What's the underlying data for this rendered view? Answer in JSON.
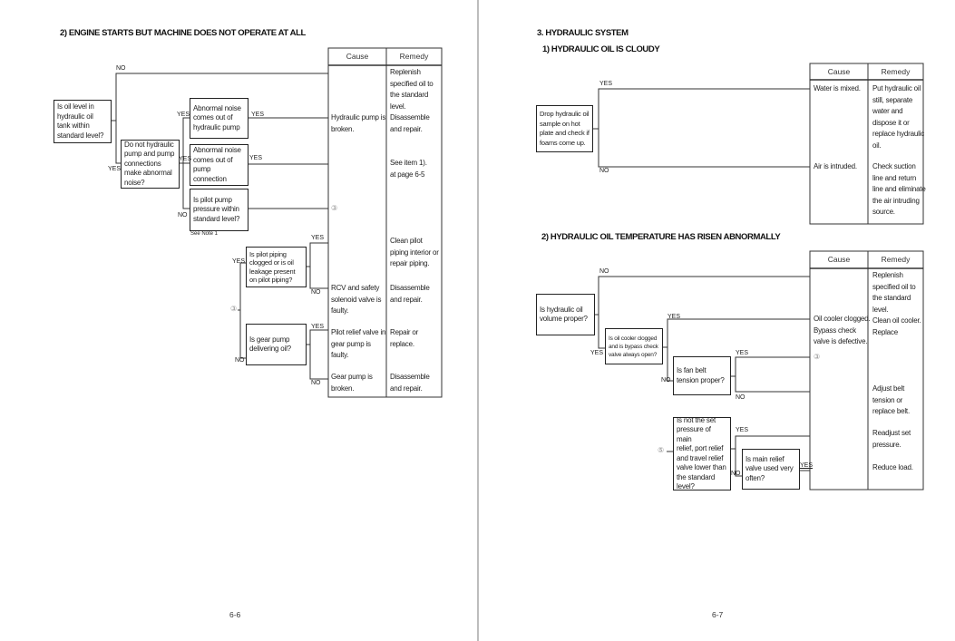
{
  "left": {
    "title": "2) ENGINE STARTS BUT MACHINE DOES NOT OPERATE AT ALL",
    "headers": {
      "cause": "Cause",
      "remedy": "Remedy"
    },
    "questions": [
      "Is oil level in\nhydraulic oil\ntank within\nstandard level?",
      "Do not hydraulic\npump and pump\nconnections\nmake abnormal\nnoise?",
      "Abnormal noise\ncomes out of\nhydraulic pump",
      "Abnormal noise\ncomes out of\npump\nconnection",
      "Is pilot pump\npressure within\nstandard level?",
      "Is pilot piping\nclogged or is oil\nleakage present\non pilot piping?",
      "Is gear pump\ndelivering oil?"
    ],
    "note": "See Note 1",
    "causes": [
      "Hydraulic pump is\nbroken.",
      "③",
      "RCV and safety\nsolenoid valve is\nfaulty.",
      "Pilot relief valve in\ngear pump  is\nfaulty.",
      "Gear pump is\nbroken."
    ],
    "remedies": [
      "Replenish\nspecified oil to\nthe standard\nlevel.",
      "Disassemble\nand repair.",
      "See item 1).\nat page 6-5",
      "Clean pilot\npiping interior or\nrepair piping.",
      "Disassemble\nand repair.",
      "Repair or\nreplace.",
      "Disassemble\nand repair."
    ],
    "circle": "③",
    "yes": "YES",
    "no": "NO",
    "page": "6-6"
  },
  "right": {
    "section": "3. HYDRAULIC SYSTEM",
    "title1": "1) HYDRAULIC OIL IS CLOUDY",
    "title2": "2) HYDRAULIC OIL TEMPERATURE HAS RISEN ABNORMALLY",
    "headers": {
      "cause": "Cause",
      "remedy": "Remedy"
    },
    "q1": "Drop hydraulic oil\nsample on hot\nplate and check if\nfoams come up.",
    "causes1": [
      "Water is mixed.",
      "Air is intruded."
    ],
    "remedies1": [
      "Put hydraulic oil\nstill, separate\nwater and\ndispose it or\nreplace hydraulic\noil.",
      "Check suction\nline and return\nline and eliminate\nthe air intruding\nsource."
    ],
    "questions2": [
      "Is hydraulic oil\nvolume proper?",
      "Is oil cooler clogged\nand is bypass check\nvalve always open?",
      "Is fan belt\ntension proper?",
      "Is not the set\npressure of main\nrelief, port relief\nand travel relief\nvalve lower than\nthe standard\nlevel?",
      "Is main relief\nvalve used very\noften?"
    ],
    "causes2": [
      "Oil cooler clogged.\nBypass check\nvalve is defective.",
      "③"
    ],
    "remedies2": [
      "Replenish\nspecified oil to\nthe standard\nlevel.",
      "Clean oil cooler.\nReplace",
      "Adjust belt\ntension or\nreplace belt.",
      "Readjust set\npressure.",
      "Reduce load."
    ],
    "circle": "⑤",
    "yes": "YES",
    "no": "NO",
    "page": "6-7"
  }
}
